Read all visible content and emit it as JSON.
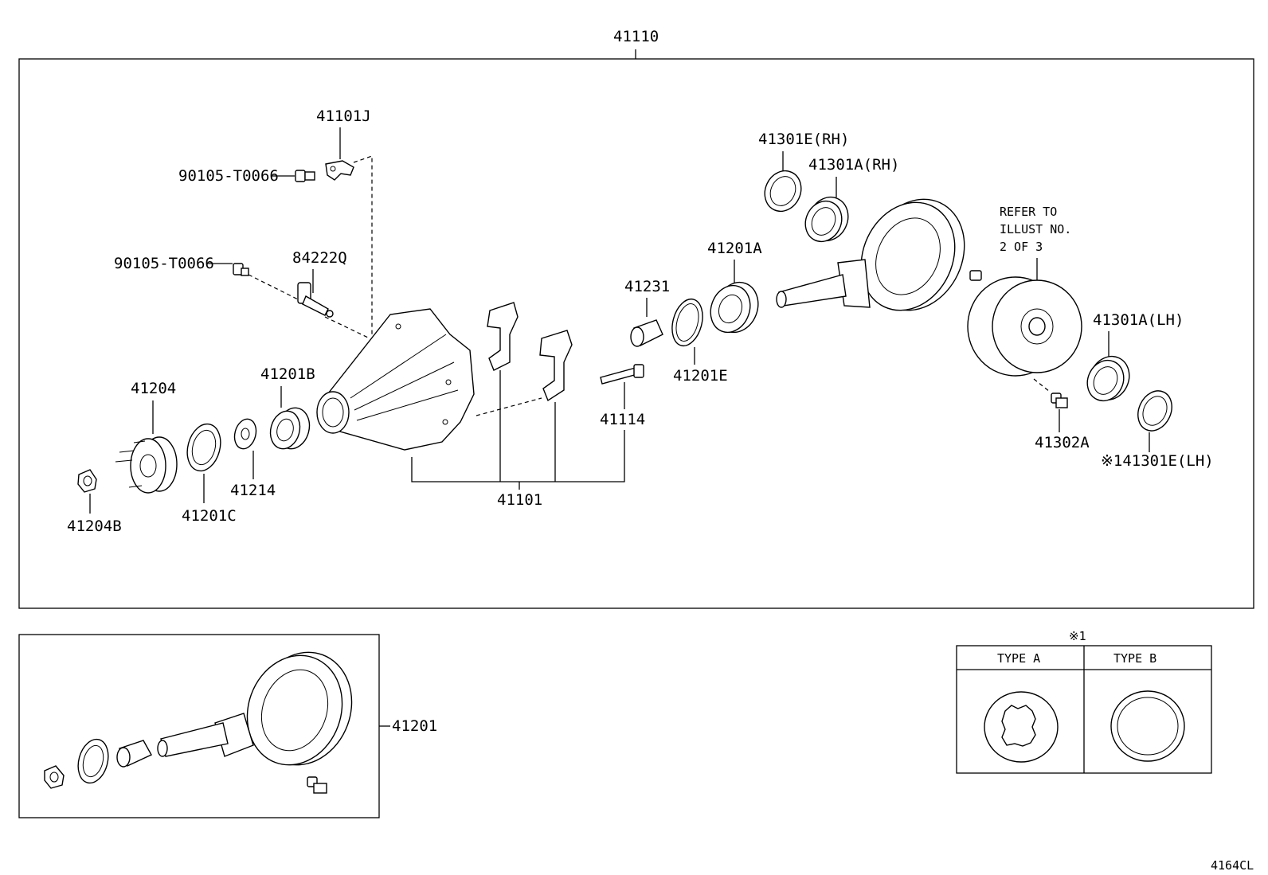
{
  "diagram": {
    "assembly_number": "41110",
    "labels": {
      "p41101J": "41101J",
      "bolt_upper": "90105-T0066",
      "bolt_lower": "90105-T0066",
      "p84222Q": "84222Q",
      "p41301E_RH": "41301E(RH)",
      "p41301A_RH": "41301A(RH)",
      "refer_line1": "REFER TO",
      "refer_line2": "ILLUST NO.",
      "refer_line3": "2 OF 3",
      "p41201A": "41201A",
      "p41231": "41231",
      "p41201E": "41201E",
      "p41114": "41114",
      "p41204": "41204",
      "p41201B": "41201B",
      "p41214": "41214",
      "p41201C": "41201C",
      "p41204B": "41204B",
      "p41101": "41101",
      "p41301A_LH": "41301A(LH)",
      "p41302A": "41302A",
      "p41301E_LH": "※141301E(LH)"
    },
    "subassembly_label": "41201",
    "note_table": {
      "mark": "※1",
      "type_a": "TYPE  A",
      "type_b": "TYPE  B"
    },
    "illustration_code": "4164CL"
  }
}
